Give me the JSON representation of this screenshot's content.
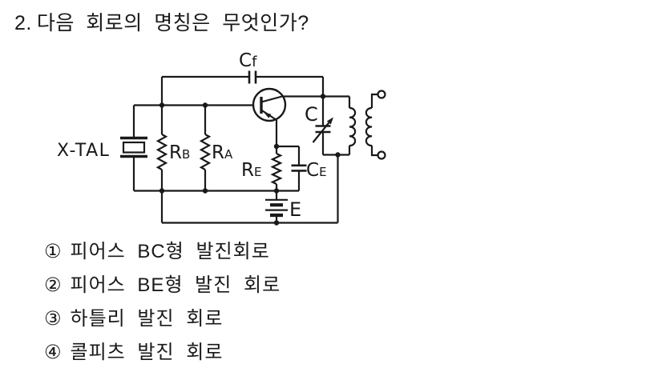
{
  "question": {
    "number": "2.",
    "text": "다음 회로의 명칭은 무엇인가?"
  },
  "options": [
    {
      "marker": "①",
      "label": "피어스 BC형 발진회로"
    },
    {
      "marker": "②",
      "label": "피어스 BE형 발진 회로"
    },
    {
      "marker": "③",
      "label": "하틀리 발진 회로"
    },
    {
      "marker": "④",
      "label": "콜피츠 발진 회로"
    }
  ],
  "circuit": {
    "labels": {
      "crystal": "X-TAL",
      "cf_main": "C",
      "cf_sub": "f",
      "rb_main": "R",
      "rb_sub": "B",
      "ra_main": "R",
      "ra_sub": "A",
      "re_main": "R",
      "re_sub": "E",
      "ce_main": "C",
      "ce_sub": "E",
      "tank_cap": "C",
      "battery": "E"
    },
    "colors": {
      "ink": "#191919",
      "background": "#ffffff"
    }
  }
}
